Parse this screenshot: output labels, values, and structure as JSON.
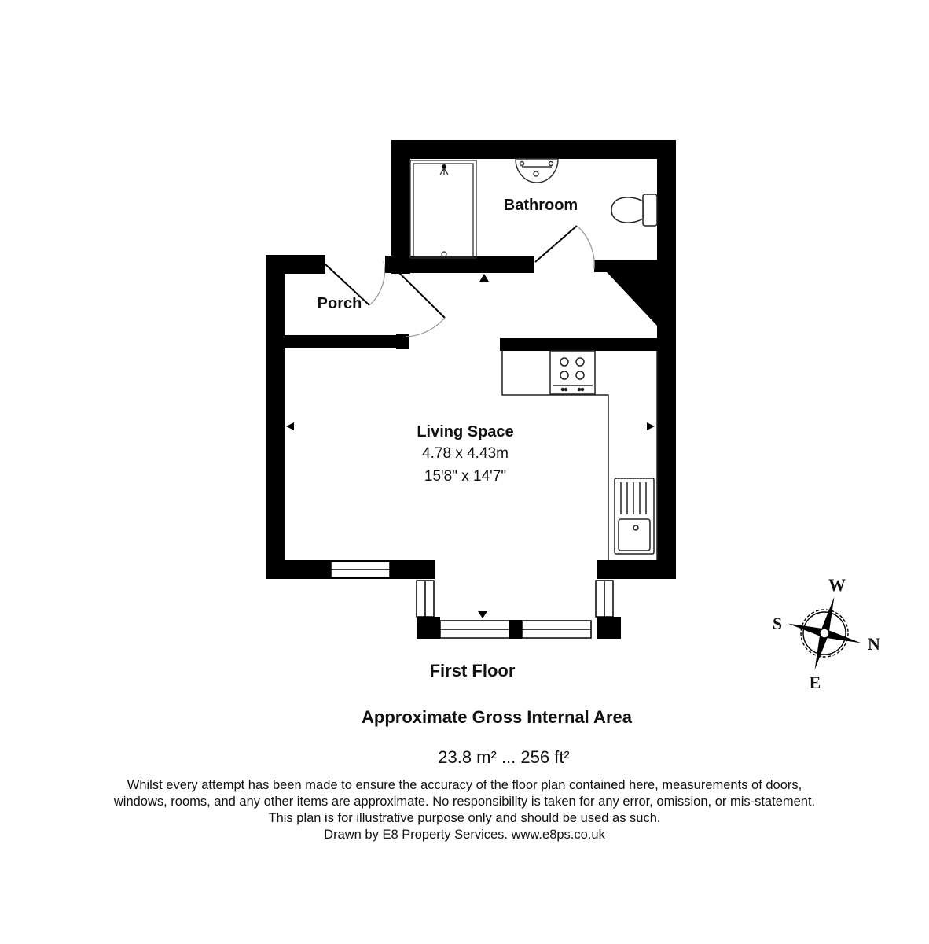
{
  "plan": {
    "floor_title": "First Floor",
    "rooms": [
      {
        "name": "Bathroom",
        "dimensions_m": "",
        "dimensions_ft": ""
      },
      {
        "name": "Porch",
        "dimensions_m": "",
        "dimensions_ft": ""
      },
      {
        "name": "Living Space",
        "dimensions_m": "4.78 x 4.43m",
        "dimensions_ft": "15'8\" x 14'7\""
      }
    ],
    "fixtures": [
      "shower-tray",
      "wash-basin",
      "toilet",
      "hob",
      "sink-drainer"
    ],
    "wall_color": "#000000",
    "background_color": "#ffffff"
  },
  "area": {
    "title": "Approximate Gross Internal Area",
    "value": "23.8 m² ... 256 ft²"
  },
  "compass": {
    "top": "W",
    "right": "N",
    "bottom": "E",
    "left": "S"
  },
  "disclaimer": {
    "lines": [
      "Whilst every attempt has been made to ensure the accuracy of the floor plan contained here, measurements of doors,",
      "windows, rooms, and any other items are approximate. No responsibillty is taken for any error, omission, or mis-statement.",
      "This plan is for illustrative purpose only and should be used as such.",
      "Drawn by E8 Property Services. www.e8ps.co.uk"
    ]
  }
}
